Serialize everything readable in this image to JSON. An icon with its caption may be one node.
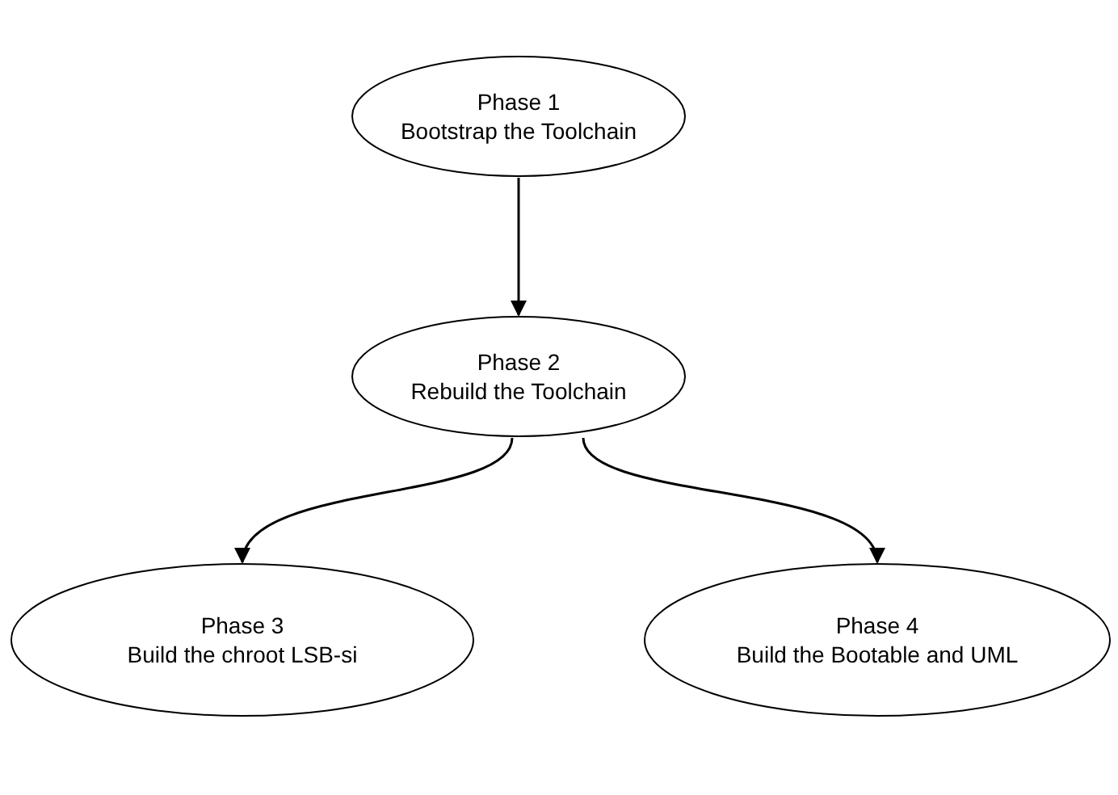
{
  "diagram": {
    "nodes": [
      {
        "text": [
          "Phase 1",
          "Bootstrap the Toolchain"
        ]
      },
      {
        "text": [
          "Phase 2",
          "Rebuild the Toolchain"
        ]
      },
      {
        "text": [
          "Phase 3",
          "Build the chroot LSB-si"
        ]
      },
      {
        "text": [
          "Phase 4",
          "Build the Bootable and UML"
        ]
      }
    ],
    "edges": [
      {
        "from": 0,
        "to": 1,
        "arrow": "to"
      },
      {
        "from": 1,
        "to": 2,
        "arrow": "to"
      },
      {
        "from": 1,
        "to": 3,
        "arrow": "to"
      }
    ]
  }
}
